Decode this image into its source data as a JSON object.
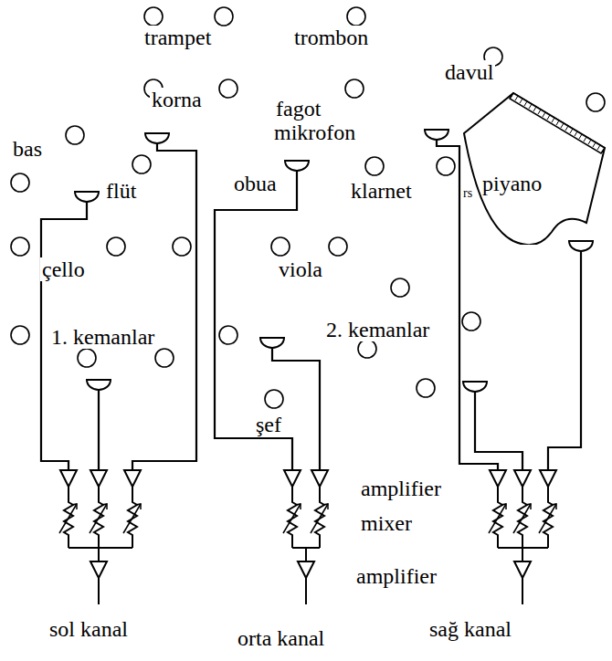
{
  "diagram": {
    "nodes": [
      {
        "text": [
          "piyano"
        ]
      }
    ],
    "edges": [],
    "labels": [
      "trampet",
      "trombon",
      "davul",
      "korna",
      "fagot",
      "mikrofon",
      "bas",
      "flüt",
      "obua",
      "klarnet",
      "rs",
      "çello",
      "viola",
      "1. kemanlar",
      "2. kemanlar",
      "şef",
      "amplifier",
      "mixer",
      "amplifier",
      "sol kanal",
      "orta kanal",
      "sağ kanal"
    ]
  }
}
